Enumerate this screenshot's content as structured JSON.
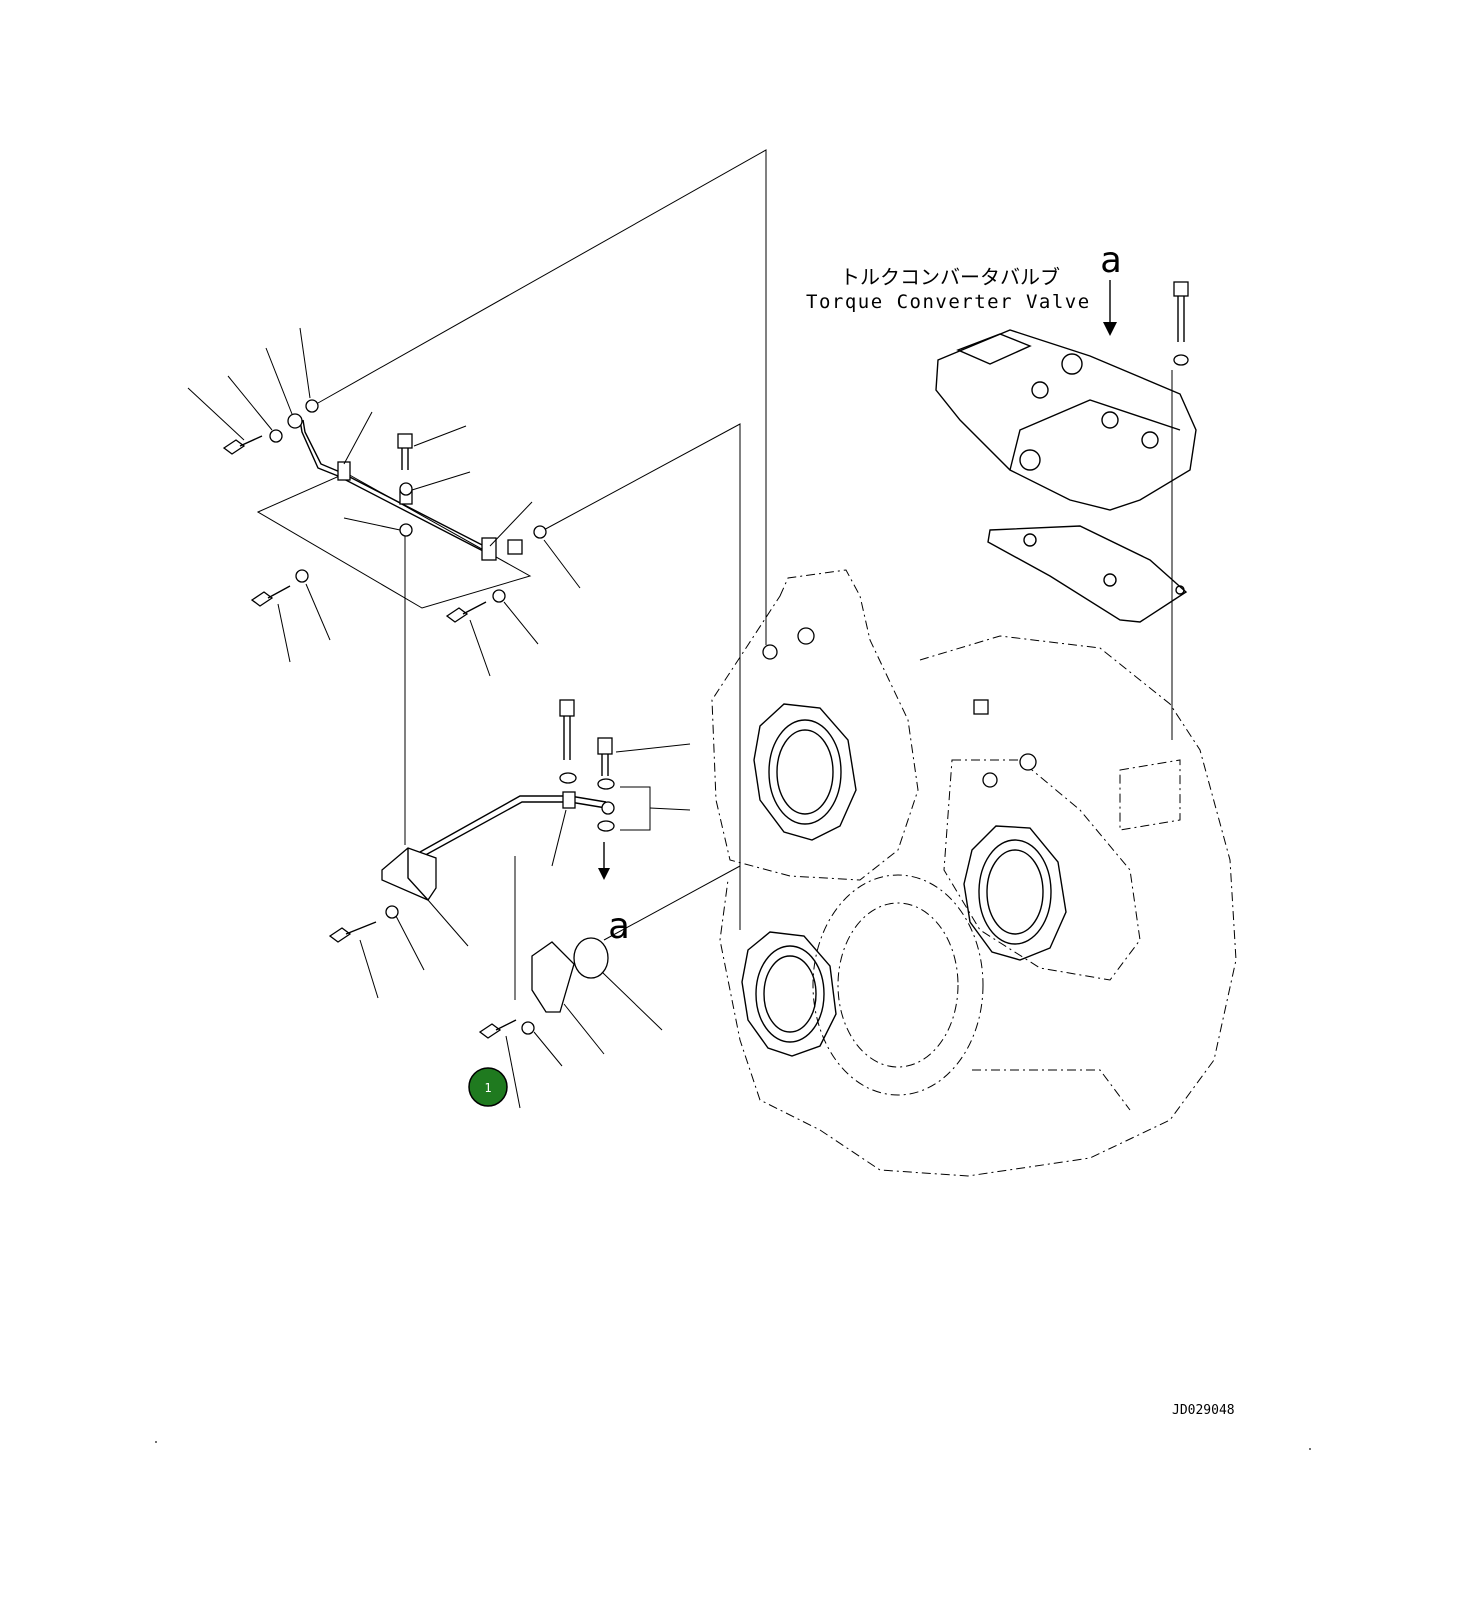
{
  "diagram": {
    "title_ja": "トルクコンバータバルブ",
    "title_en": "Torque Converter Valve",
    "ref_upper": "a",
    "ref_lower": "a",
    "drawing_number": "JD029048",
    "callout_number": "1",
    "callout_color": "#1f7a1f"
  }
}
